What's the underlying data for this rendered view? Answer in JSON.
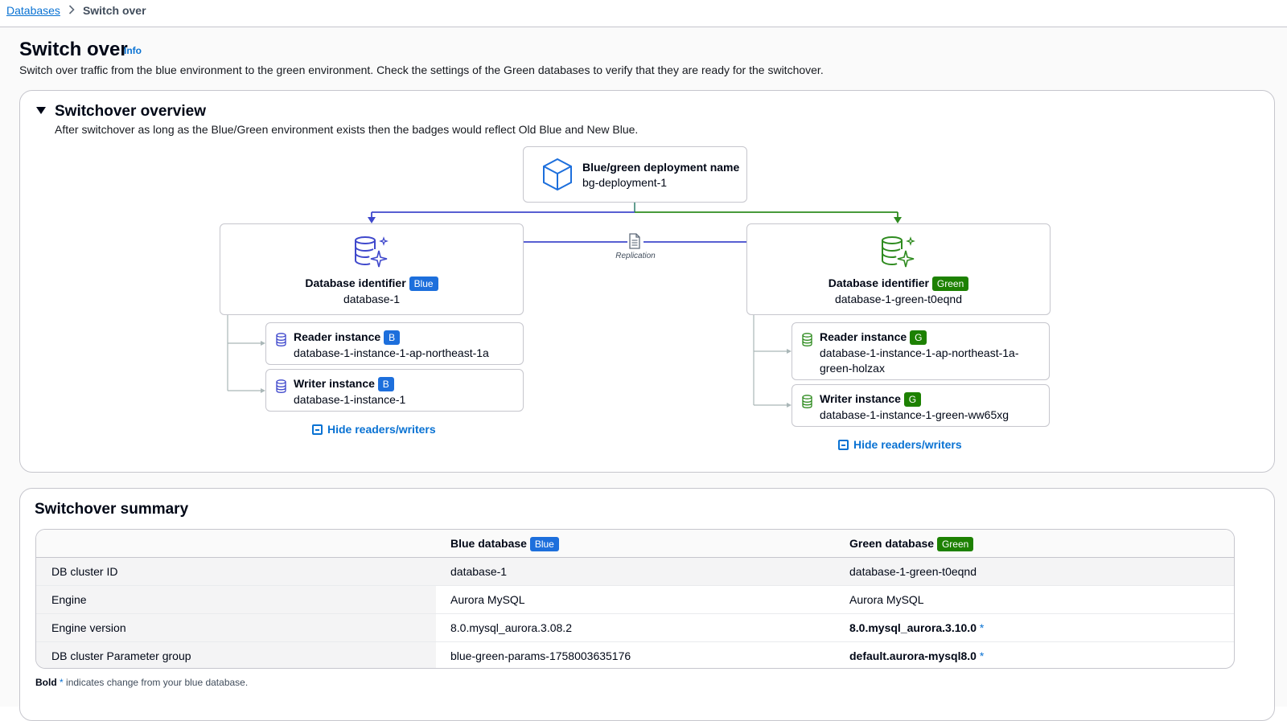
{
  "breadcrumb": {
    "parent": "Databases",
    "current": "Switch over"
  },
  "page": {
    "title": "Switch over",
    "info": "Info",
    "description": "Switch over traffic from the blue environment to the green environment. Check the settings of the Green databases to verify that they are ready for the switchover."
  },
  "overview": {
    "title": "Switchover overview",
    "description": "After switchover as long as the Blue/Green environment exists then the badges would reflect Old Blue and New Blue.",
    "deployment": {
      "label": "Blue/green deployment name",
      "value": "bg-deployment-1",
      "icon": "cube-icon"
    },
    "replication_label": "Replication",
    "blue": {
      "label": "Database identifier",
      "badge": "Blue",
      "value": "database-1",
      "reader": {
        "label": "Reader instance",
        "badge": "B",
        "value": "database-1-instance-1-ap-northeast-1a"
      },
      "writer": {
        "label": "Writer instance",
        "badge": "B",
        "value": "database-1-instance-1"
      },
      "hide_label": "Hide readers/writers"
    },
    "green": {
      "label": "Database identifier",
      "badge": "Green",
      "value": "database-1-green-t0eqnd",
      "reader": {
        "label": "Reader instance",
        "badge": "G",
        "value_line1": "database-1-instance-1-ap-northeast-1a-",
        "value_line2": "green-holzax"
      },
      "writer": {
        "label": "Writer instance",
        "badge": "G",
        "value": "database-1-instance-1-green-ww65xg"
      },
      "hide_label": "Hide readers/writers"
    },
    "colors": {
      "blue": "#3f48cc",
      "green": "#2e8b1f",
      "badge_blue": "#1d6fdc",
      "badge_green": "#1d8102"
    }
  },
  "summary": {
    "title": "Switchover summary",
    "headers": {
      "blue": "Blue database",
      "blue_badge": "Blue",
      "green": "Green database",
      "green_badge": "Green"
    },
    "rows": [
      {
        "label": "DB cluster ID",
        "blue": "database-1",
        "green": "database-1-green-t0eqnd",
        "changed": false
      },
      {
        "label": "Engine",
        "blue": "Aurora MySQL",
        "green": "Aurora MySQL",
        "changed": false
      },
      {
        "label": "Engine version",
        "blue": "8.0.mysql_aurora.3.08.2",
        "green": "8.0.mysql_aurora.3.10.0",
        "changed": true
      },
      {
        "label": "DB cluster Parameter group",
        "blue": "blue-green-params-1758003635176",
        "green": "default.aurora-mysql8.0",
        "changed": true
      }
    ],
    "asterisk": "*",
    "footnote_bold": "Bold",
    "footnote_asterisk": "*",
    "footnote_text": "indicates change from your blue database."
  }
}
